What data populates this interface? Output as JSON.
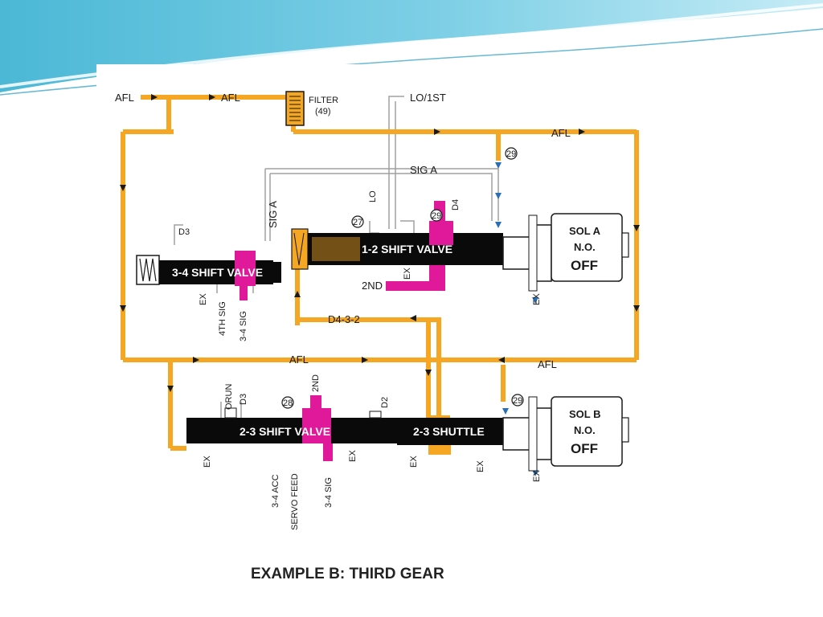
{
  "caption": "EXAMPLE B: THIRD GEAR",
  "colors": {
    "afl_line": "#F5A623",
    "shift_signal": "#E0199B",
    "exhaust_line": "#9a9a9a",
    "valve_body": "#0a0a0a",
    "slide_wave": "#4BB8D6"
  },
  "labels": {
    "afl_1": "AFL",
    "afl_2": "AFL",
    "afl_3": "AFL",
    "afl_4": "AFL",
    "afl_5": "AFL",
    "filter_name": "FILTER",
    "filter_num": "(49)",
    "lo_1st": "LO/1ST",
    "sig_a_h": "SIG A",
    "sig_a_v": "SIG A",
    "lo": "LO",
    "d4": "D4",
    "d3_top": "D3",
    "second_1": "2ND",
    "d4_3_2": "D4-3-2",
    "ex_34": "EX",
    "fourth_sig": "4TH SIG",
    "sig_34_top": "3-4 SIG",
    "ex_12": "EX",
    "ex_sol_a": "EX",
    "orun": "ORUN",
    "d3_bottom": "D3",
    "second_2": "2ND",
    "d2": "D2",
    "ex_23_left": "EX",
    "acc_34": "3-4 ACC",
    "servo_feed": "SERVO FEED",
    "sig_34_bottom": "3-4 SIG",
    "ex_23_mid": "EX",
    "ex_shuttle": "EX",
    "ex_shuttle_2": "EX",
    "ex_sol_b": "EX",
    "orifice_29_top": "29",
    "orifice_27": "27",
    "orifice_29_mid": "29",
    "orifice_28": "28",
    "orifice_29_bottom": "29"
  },
  "valves": {
    "v34": "3-4 SHIFT VALVE",
    "v12": "1-2 SHIFT VALVE",
    "v23": "2-3 SHIFT VALVE",
    "shuttle": "2-3 SHUTTLE"
  },
  "solenoids": {
    "a": {
      "name": "SOL A",
      "type": "N.O.",
      "state": "OFF"
    },
    "b": {
      "name": "SOL B",
      "type": "N.O.",
      "state": "OFF"
    }
  }
}
